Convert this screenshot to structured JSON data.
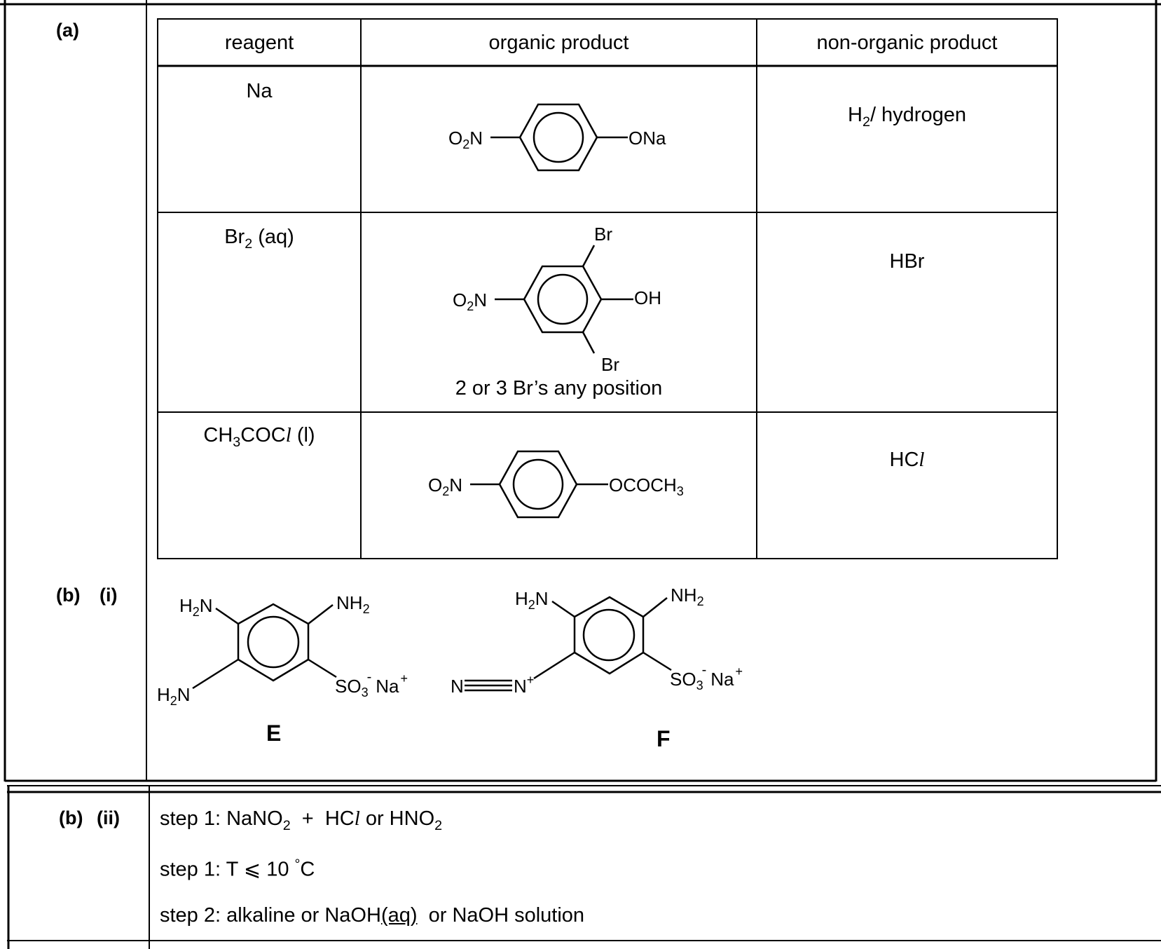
{
  "labels": {
    "a": "(a)",
    "b": "(b)",
    "b_i": "(i)",
    "b2_b": "(b)",
    "b2_ii": "(ii)"
  },
  "table": {
    "headers": [
      "reagent",
      "organic product",
      "non-organic product"
    ],
    "rows": [
      {
        "reagent": {
          "main": "Na"
        },
        "organic": {
          "left": "O",
          "left_sub": "2",
          "left_tail": "N",
          "right": "ONa"
        },
        "nonorganic": {
          "main": "H",
          "sub": "2",
          "tail": "/ hydrogen"
        }
      },
      {
        "reagent": {
          "main": "Br",
          "sub": "2",
          "tail": " (aq)"
        },
        "organic": {
          "left": "O",
          "left_sub": "2",
          "left_tail": "N",
          "right": "OH",
          "top": "Br",
          "bottom": "Br",
          "note": "2 or 3 Br’s any position"
        },
        "nonorganic": {
          "main": "HBr"
        }
      },
      {
        "reagent": {
          "main": "CH",
          "sub": "3",
          "tail": "COC",
          "italic": "l",
          "tail2": " (l)"
        },
        "organic": {
          "left": "O",
          "left_sub": "2",
          "left_tail": "N",
          "right": "OCOCH",
          "right_sub": "3"
        },
        "nonorganic": {
          "main": "HC",
          "italic": "l"
        }
      }
    ]
  },
  "structures": {
    "E": {
      "label": "E",
      "nh2_top_left": "H",
      "nh2_top_left_sub": "2",
      "nh2_top_left_tail": "N",
      "nh2_top_right": "NH",
      "nh2_top_right_sub": "2",
      "nh2_bottom_left": "H",
      "nh2_bottom_left_sub": "2",
      "nh2_bottom_left_tail": "N",
      "so3": "SO",
      "so3_sub": "3",
      "minus": "-",
      "na": "Na",
      "plus": "+"
    },
    "F": {
      "label": "F",
      "nh2_top_left": "H",
      "nh2_top_left_sub": "2",
      "nh2_top_left_tail": "N",
      "nh2_top_right": "NH",
      "nh2_top_right_sub": "2",
      "n1": "N",
      "n2": "N",
      "n_plus": "+",
      "so3": "SO",
      "so3_sub": "3",
      "minus": "-",
      "na": "Na",
      "plus": "+"
    }
  },
  "steps": [
    {
      "prefix": "step 1: NaNO",
      "sub": "2",
      "mid": "  +  HC",
      "italic": "l",
      "tail": " or HNO",
      "sub2": "2"
    },
    {
      "prefix": "step 1: T ⩽ 10 ",
      "sup": "°",
      "tail": "C"
    },
    {
      "prefix": "step 2: alkaline or NaOH",
      "underline": "(aq)",
      "tail": "  or NaOH solution"
    }
  ]
}
